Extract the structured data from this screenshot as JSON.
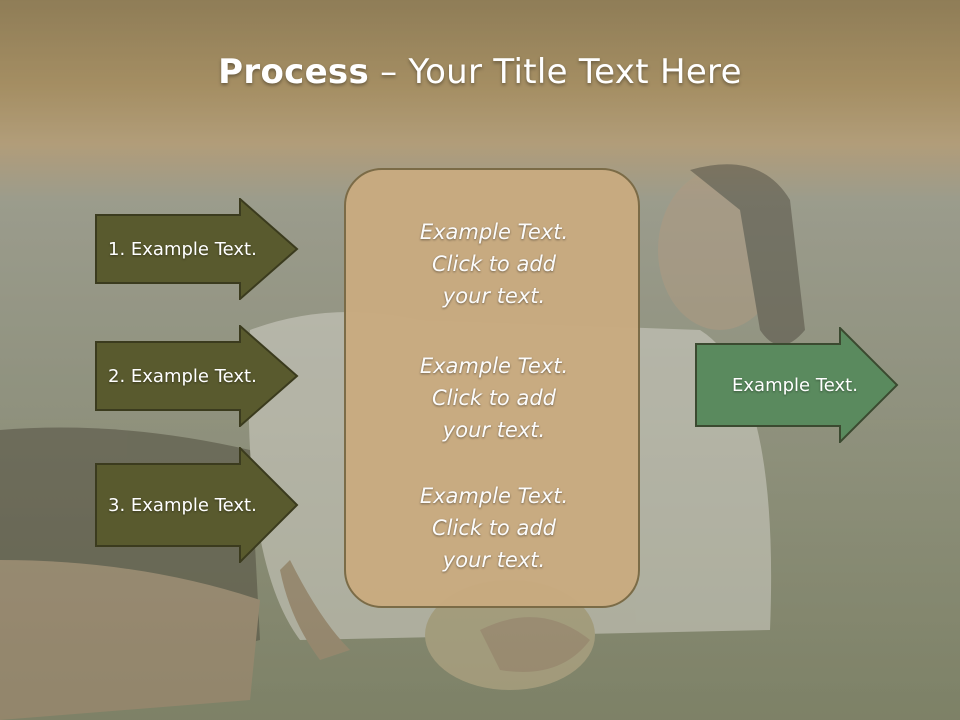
{
  "title": {
    "bold": "Process",
    "separator": " – ",
    "rest": "Your Title Text Here"
  },
  "left_arrows": [
    {
      "label": "1. Example Text."
    },
    {
      "label": "2. Example Text."
    },
    {
      "label": "3. Example Text."
    }
  ],
  "center": {
    "blocks": [
      {
        "lines": [
          "Example Text.",
          "Click  to add",
          "your text."
        ]
      },
      {
        "lines": [
          "Example Text.",
          "Click  to add",
          "your text."
        ]
      },
      {
        "lines": [
          "Example Text.",
          "Click  to add",
          "your text."
        ]
      }
    ]
  },
  "right_arrow": {
    "label": "Example Text."
  },
  "colors": {
    "left_arrow_fill": "#595a2e",
    "right_arrow_fill": "#5a8a5e",
    "arrow_border": "#3b3b1e",
    "center_fill": "#c9ab80",
    "title_band": "#a0834f"
  }
}
